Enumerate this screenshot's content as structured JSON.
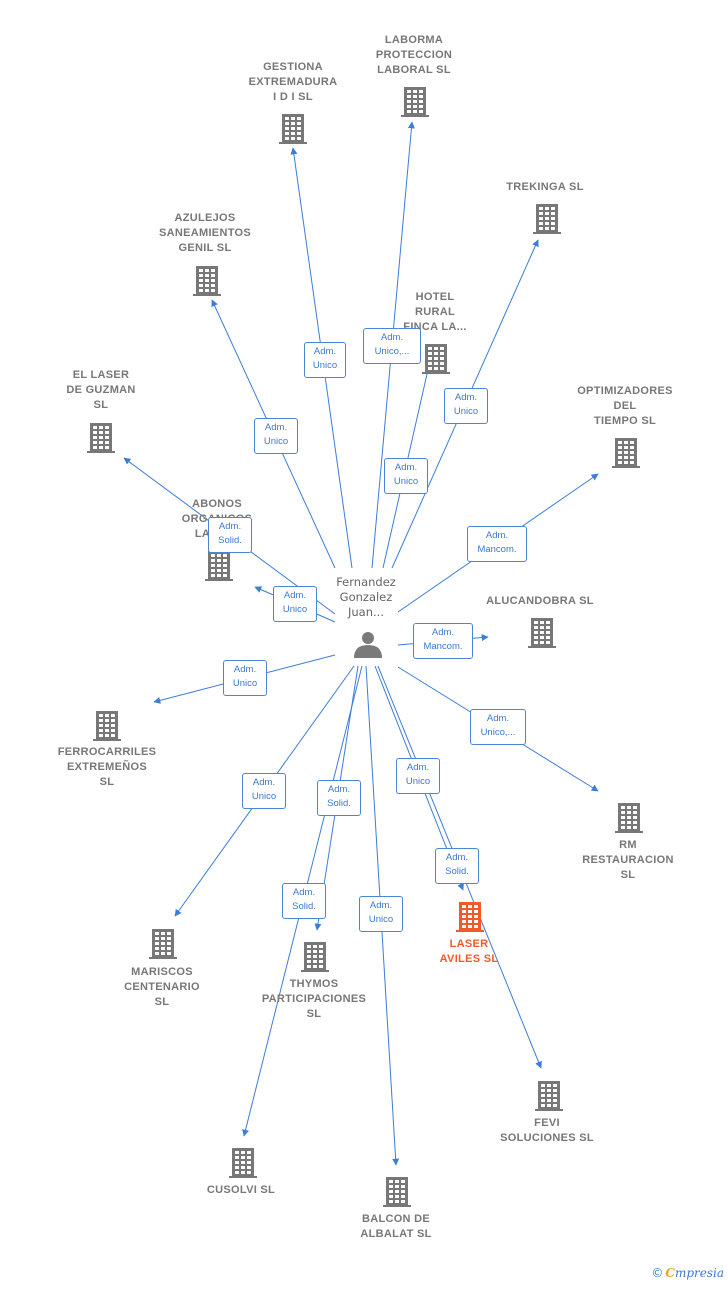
{
  "center": {
    "name": "Fernandez\nGonzalez\nJuan..."
  },
  "companies": [
    {
      "key": "gestiona",
      "name": "GESTIONA\nEXTREMADURA\nI D I SL",
      "color": "#777777"
    },
    {
      "key": "laborma",
      "name": "LABORMA\nPROTECCION\nLABORAL SL",
      "color": "#777777"
    },
    {
      "key": "trekinga",
      "name": "TREKINGA SL",
      "color": "#777777"
    },
    {
      "key": "azulejos",
      "name": "AZULEJOS\nSANEAMIENTOS\nGENIL SL",
      "color": "#777777"
    },
    {
      "key": "hotel",
      "name": "HOTEL\nRURAL\nFINCA LA...",
      "color": "#777777"
    },
    {
      "key": "optimizadores",
      "name": "OPTIMIZADORES\nDEL\nTIEMPO SL",
      "color": "#777777"
    },
    {
      "key": "laser_guzman",
      "name": "EL LASER\nDE GUZMAN\nSL",
      "color": "#777777"
    },
    {
      "key": "abonos",
      "name": "ABONOS\nORGANICOS\nLA ER...",
      "color": "#777777"
    },
    {
      "key": "alucandobra",
      "name": "ALUCANDOBRA SL",
      "color": "#777777"
    },
    {
      "key": "ferrocarriles",
      "name": "FERROCARRILES\nEXTREMEÑOS\nSL",
      "color": "#777777"
    },
    {
      "key": "rm",
      "name": "RM\nRESTAURACION\nSL",
      "color": "#777777"
    },
    {
      "key": "mariscos",
      "name": "MARISCOS\nCENTENARIO\nSL",
      "color": "#777777"
    },
    {
      "key": "thymos",
      "name": "THYMOS\nPARTICIPACIONES\nSL",
      "color": "#777777"
    },
    {
      "key": "laser_aviles",
      "name": "LASER\nAVILES SL",
      "color": "#f05a28"
    },
    {
      "key": "fevi",
      "name": "FEVI\nSOLUCIONES SL",
      "color": "#777777"
    },
    {
      "key": "cusolvi",
      "name": "CUSOLVI SL",
      "color": "#777777"
    },
    {
      "key": "balcon",
      "name": "BALCON DE\nALBALAT SL",
      "color": "#777777"
    }
  ],
  "roles": [
    {
      "key": "gestiona",
      "text": "Adm.\nUnico"
    },
    {
      "key": "laborma",
      "text": "Adm.\nUnico,..."
    },
    {
      "key": "trekinga",
      "text": "Adm.\nUnico"
    },
    {
      "key": "azulejos",
      "text": "Adm.\nUnico"
    },
    {
      "key": "hotel",
      "text": "Adm.\nUnico"
    },
    {
      "key": "optimizadores",
      "text": "Adm.\nMancom."
    },
    {
      "key": "laser_guzman",
      "text": "Adm.\nSolid."
    },
    {
      "key": "abonos",
      "text": "Adm.\nUnico"
    },
    {
      "key": "alucandobra",
      "text": "Adm.\nMancom."
    },
    {
      "key": "ferrocarriles",
      "text": "Adm.\nUnico"
    },
    {
      "key": "rm",
      "text": "Adm.\nUnico,..."
    },
    {
      "key": "mariscos",
      "text": "Adm.\nUnico"
    },
    {
      "key": "thymos",
      "text": "Adm.\nSolid."
    },
    {
      "key": "cusolvi",
      "text": "Adm.\nSolid."
    },
    {
      "key": "balcon",
      "text": "Adm.\nUnico"
    },
    {
      "key": "fevi",
      "text": "Adm.\nUnico"
    },
    {
      "key": "laser_aviles",
      "text": "Adm.\nSolid."
    }
  ],
  "colors": {
    "edge": "#3b7dd8",
    "icon": "#777777",
    "highlight": "#f05a28",
    "person": "#7a7a7a"
  },
  "brand": {
    "copyright": "©",
    "initial": "C",
    "rest": "mpresia"
  }
}
